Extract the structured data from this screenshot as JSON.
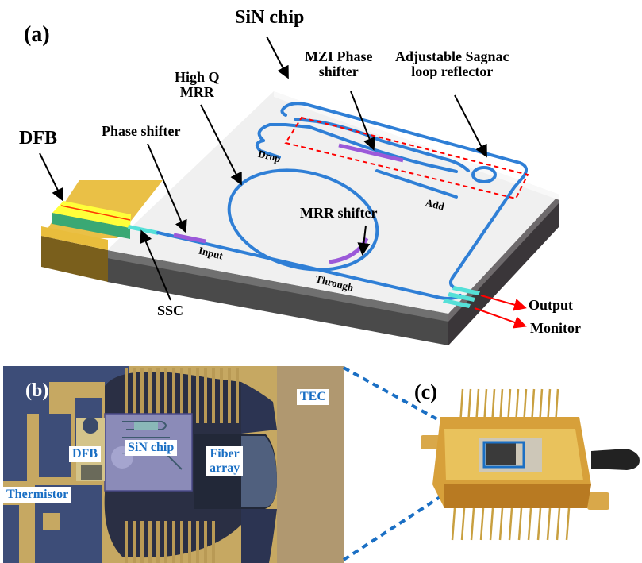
{
  "panel_a": {
    "tag": "(a)",
    "labels": {
      "sin_chip": "SiN chip",
      "high_q_mrr_line1": "High Q",
      "high_q_mrr_line2": "MRR",
      "mzi_line1": "MZI Phase",
      "mzi_line2": "shifter",
      "sagnac_line1": "Adjustable Sagnac",
      "sagnac_line2": "loop reflector",
      "dfb": "DFB",
      "phase_shifter": "Phase shifter",
      "mrr_shifter": "MRR shifter",
      "ssc": "SSC",
      "output": "Output",
      "monitor": "Monitor"
    },
    "waveguide_labels": {
      "drop": "Drop",
      "add": "Add",
      "input": "Input",
      "through": "Through"
    },
    "colors": {
      "waveguide": "#2f7fd6",
      "heater": "#9b59d9",
      "dfb_gold": "#e9bd3c",
      "dfb_yellow": "#ffff3a",
      "dfb_green": "#3aa874",
      "ssc_cyan": "#55e0d8",
      "sagnac_dash": "#ff0000",
      "output_arrow": "#ff0000"
    }
  },
  "panel_b": {
    "tag": "(b)",
    "labels": {
      "tec": "TEC",
      "dfb": "DFB",
      "sin_chip": "SiN chip",
      "fiber_line1": "Fiber",
      "fiber_line2": "array",
      "thermistor": "Thermistor"
    },
    "label_color": "#1a6fc4"
  },
  "panel_c": {
    "tag": "(c)",
    "zoom_link_color": "#1a6fc4"
  }
}
